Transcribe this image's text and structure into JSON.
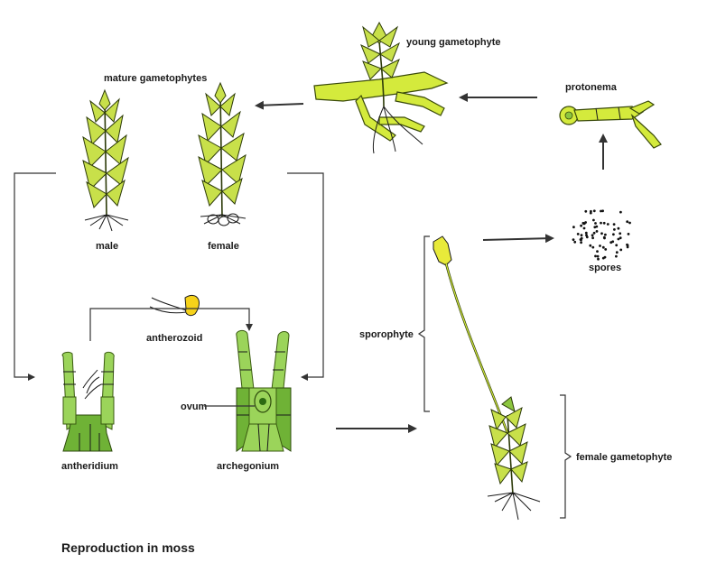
{
  "labels": {
    "young_gametophyte": "young gametophyte",
    "mature_gametophytes": "mature gametophytes",
    "protonema": "protonema",
    "male": "male",
    "female": "female",
    "spores": "spores",
    "antherozoid": "antherozoid",
    "sporophyte": "sporophyte",
    "ovum": "ovum",
    "antheridium": "antheridium",
    "archegonium": "archegonium",
    "female_gametophyte": "female gametophyte"
  },
  "caption": "Reproduction in moss",
  "colors": {
    "leaf": "#c8e04a",
    "cell_light": "#9bd45a",
    "cell_dark": "#6fb236",
    "arrow": "#333333"
  }
}
